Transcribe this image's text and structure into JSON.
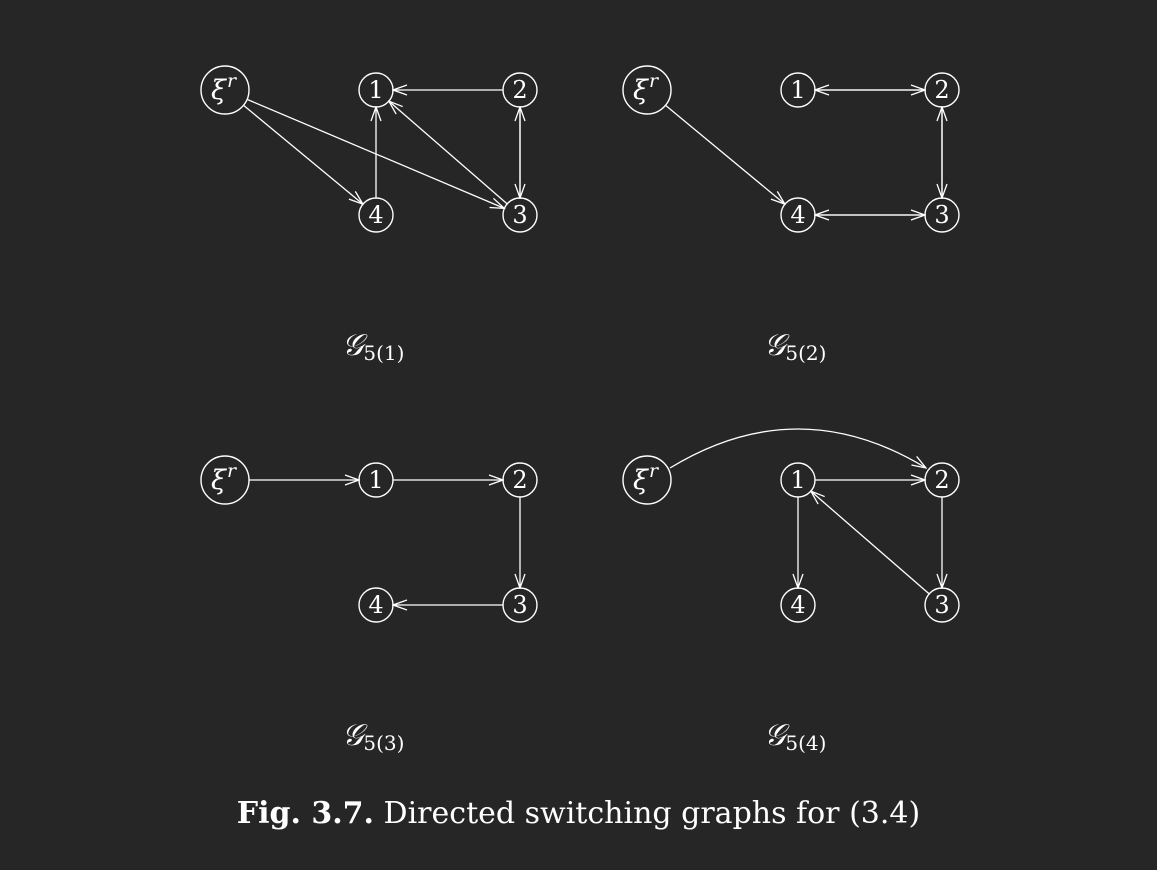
{
  "source_node_label": "ξ",
  "source_node_superscript": "r",
  "graphs": [
    {
      "title_symbol": "𝒢",
      "title_subscript": "5(1)",
      "nodes": [
        "1",
        "2",
        "3",
        "4"
      ],
      "edges": [
        {
          "from": "xi",
          "to": "4"
        },
        {
          "from": "xi",
          "to": "3"
        },
        {
          "from": "2",
          "to": "1"
        },
        {
          "from": "2",
          "to": "3"
        },
        {
          "from": "3",
          "to": "2"
        },
        {
          "from": "3",
          "to": "1"
        },
        {
          "from": "4",
          "to": "1"
        }
      ]
    },
    {
      "title_symbol": "𝒢",
      "title_subscript": "5(2)",
      "nodes": [
        "1",
        "2",
        "3",
        "4"
      ],
      "edges": [
        {
          "from": "xi",
          "to": "4"
        },
        {
          "from": "1",
          "to": "2"
        },
        {
          "from": "2",
          "to": "1"
        },
        {
          "from": "2",
          "to": "3"
        },
        {
          "from": "3",
          "to": "2"
        },
        {
          "from": "4",
          "to": "3"
        },
        {
          "from": "3",
          "to": "4"
        }
      ]
    },
    {
      "title_symbol": "𝒢",
      "title_subscript": "5(3)",
      "nodes": [
        "1",
        "2",
        "3",
        "4"
      ],
      "edges": [
        {
          "from": "xi",
          "to": "1"
        },
        {
          "from": "1",
          "to": "2"
        },
        {
          "from": "2",
          "to": "3"
        },
        {
          "from": "3",
          "to": "4"
        }
      ]
    },
    {
      "title_symbol": "𝒢",
      "title_subscript": "5(4)",
      "nodes": [
        "1",
        "2",
        "3",
        "4"
      ],
      "edges": [
        {
          "from": "xi",
          "to": "2",
          "curved": true
        },
        {
          "from": "1",
          "to": "2"
        },
        {
          "from": "1",
          "to": "4"
        },
        {
          "from": "2",
          "to": "3"
        },
        {
          "from": "3",
          "to": "1"
        }
      ]
    }
  ],
  "caption": {
    "label": "Fig. 3.7.",
    "text": " Directed switching graphs for (3.4)"
  }
}
